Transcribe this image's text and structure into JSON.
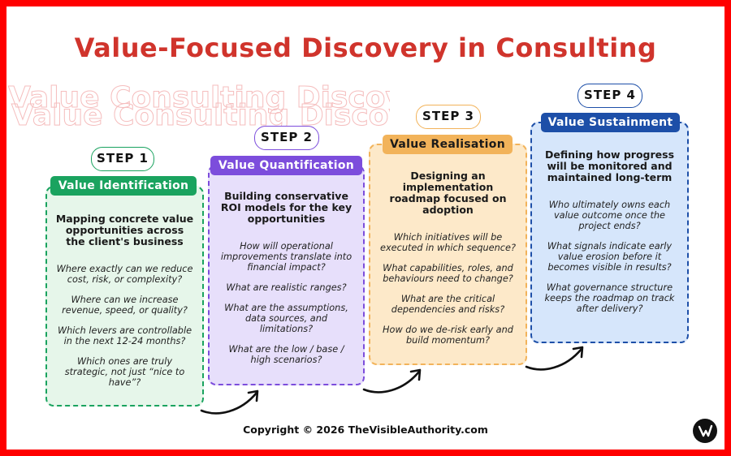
{
  "title": "Value-Focused Discovery in Consulting",
  "steps": [
    {
      "step_label": "STEP 1",
      "name": "Value Identification",
      "color": "#1aa35f",
      "fill": "#e6f6ea",
      "heading": "Mapping concrete value opportunities across the client's business",
      "questions": [
        "Where exactly can we reduce cost, risk, or complexity?",
        "Where can we increase revenue, speed, or quality?",
        "Which levers are controllable in the next 12-24 months?",
        "Which ones are truly strategic, not just “nice to have”?"
      ]
    },
    {
      "step_label": "STEP 2",
      "name": "Value Quantification",
      "color": "#7c4ddc",
      "fill": "#e7dffb",
      "heading": "Building conservative ROI models for the key opportunities",
      "questions": [
        "How will operational improvements translate into financial impact?",
        "What are realistic ranges?",
        "What are the assumptions, data sources, and limitations?",
        "What are the low / base / high scenarios?"
      ]
    },
    {
      "step_label": "STEP 3",
      "name": "Value Realisation",
      "color": "#f2b35a",
      "fill": "#fde9c9",
      "heading": "Designing an implementation roadmap focused on adoption",
      "questions": [
        "Which initiatives will be executed in which sequence?",
        "What capabilities, roles, and behaviours need to change?",
        "What are the critical dependencies and risks?",
        "How do we de-risk early and build momentum?"
      ]
    },
    {
      "step_label": "STEP 4",
      "name": "Value Sustainment",
      "color": "#1d4fa8",
      "fill": "#d6e6fb",
      "heading": "Defining how progress will be monitored and maintained long-term",
      "questions": [
        "Who ultimately owns each value outcome once the project ends?",
        "What signals indicate early value erosion before it becomes visible in results?",
        "What governance structure keeps the roadmap on track after delivery?"
      ]
    }
  ],
  "copyright": "Copyright © 2026 TheVisibleAuthority.com",
  "logo_icon": "brand-logo-icon"
}
